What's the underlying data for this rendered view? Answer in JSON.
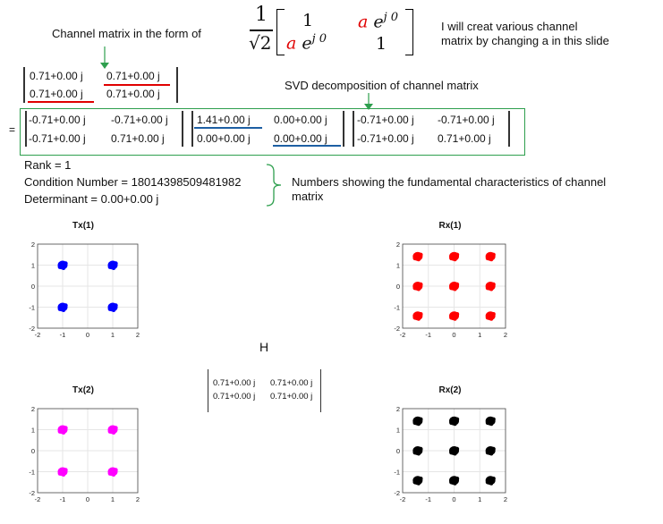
{
  "annotations": {
    "channel_form": "Channel matrix in the form of",
    "slide_note_line1": "I will creat various channel",
    "slide_note_line2": "matrix by changing a in this slide",
    "svd_note": "SVD decomposition of channel matrix",
    "fundamental_line1": "Numbers showing the fundamental characteristics of channel",
    "fundamental_line2": "matrix"
  },
  "formula": {
    "numerator": "1",
    "denominator": "√2",
    "one": "1",
    "a": "a",
    "exp": "e",
    "sup": "j 0"
  },
  "channel_matrix": [
    [
      "0.71+0.00 j",
      "0.71+0.00 j"
    ],
    [
      "0.71+0.00 j",
      "0.71+0.00 j"
    ]
  ],
  "svd": {
    "equals": "=",
    "U": [
      [
        "-0.71+0.00 j",
        "-0.71+0.00 j"
      ],
      [
        "-0.71+0.00 j",
        "0.71+0.00 j"
      ]
    ],
    "S": [
      [
        "1.41+0.00 j",
        "0.00+0.00 j"
      ],
      [
        "0.00+0.00 j",
        "0.00+0.00 j"
      ]
    ],
    "V": [
      [
        "-0.71+0.00 j",
        "-0.71+0.00 j"
      ],
      [
        "-0.71+0.00 j",
        "0.71+0.00 j"
      ]
    ]
  },
  "stats": {
    "rank": "Rank = 1",
    "condition": "Condition Number = 18014398509481982",
    "determinant": "Determinant = 0.00+0.00 j"
  },
  "h_label": "H",
  "h_matrix": [
    [
      "0.71+0.00 j",
      "0.71+0.00 j"
    ],
    [
      "0.71+0.00 j",
      "0.71+0.00 j"
    ]
  ],
  "plots": {
    "tx1": {
      "title": "Tx(1)",
      "color": "#0000ff"
    },
    "rx1": {
      "title": "Rx(1)",
      "color": "#ff0000"
    },
    "tx2": {
      "title": "Tx(2)",
      "color": "#ff00ff"
    },
    "rx2": {
      "title": "Rx(2)",
      "color": "#000000"
    },
    "y_ticks": [
      "2",
      "1",
      "0",
      "-1",
      "-2"
    ],
    "x_ticks": [
      "-2",
      "-1",
      "0",
      "1",
      "2"
    ]
  },
  "colors": {
    "green": "#2e9f4e",
    "red": "#e00000",
    "blue": "#1d5fa3"
  }
}
